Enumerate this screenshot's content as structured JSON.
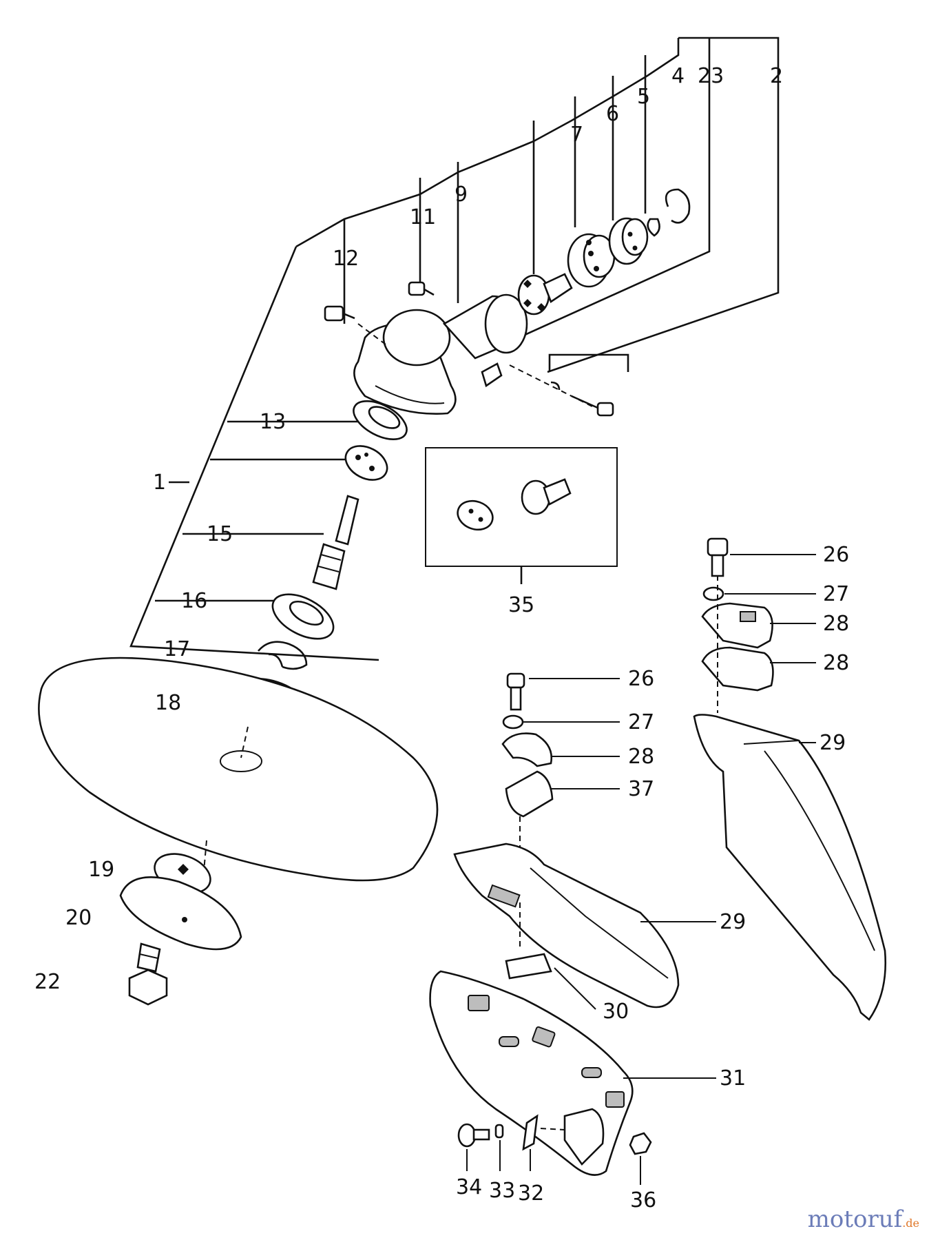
{
  "callouts": {
    "c1": "1",
    "c2": "2",
    "c4": "4",
    "c5": "5",
    "c6": "6",
    "c7": "7",
    "c9": "9",
    "c11": "11",
    "c12": "12",
    "c13": "13",
    "c15": "15",
    "c16": "16",
    "c17": "17",
    "c18": "18",
    "c19": "19",
    "c20": "20",
    "c22": "22",
    "c23": "23",
    "c26": "26",
    "c27": "27",
    "c28": "28",
    "c29": "29",
    "c30": "30",
    "c31": "31",
    "c32": "32",
    "c33": "33",
    "c34": "34",
    "c35": "35",
    "c36": "36",
    "c37": "37"
  },
  "watermark": {
    "brand": "motoruf",
    "tld": ".de"
  }
}
